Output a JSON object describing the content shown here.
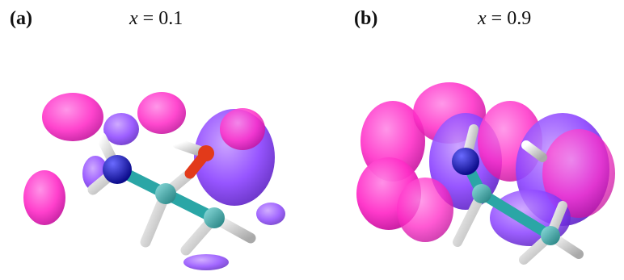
{
  "panels": [
    {
      "label": "(a)",
      "var": "x",
      "eq_rest": " = 0.1"
    },
    {
      "label": "(b)",
      "var": "x",
      "eq_rest": " = 0.9"
    }
  ],
  "colors": {
    "isosurface_magenta": "#ff33cc",
    "isosurface_violet": "#8a3dff",
    "nitrogen": "#1010c8",
    "carbon": "#3aa6a6",
    "hydrogen": "#f2f2f2",
    "oxygen": "#e23a1a"
  }
}
